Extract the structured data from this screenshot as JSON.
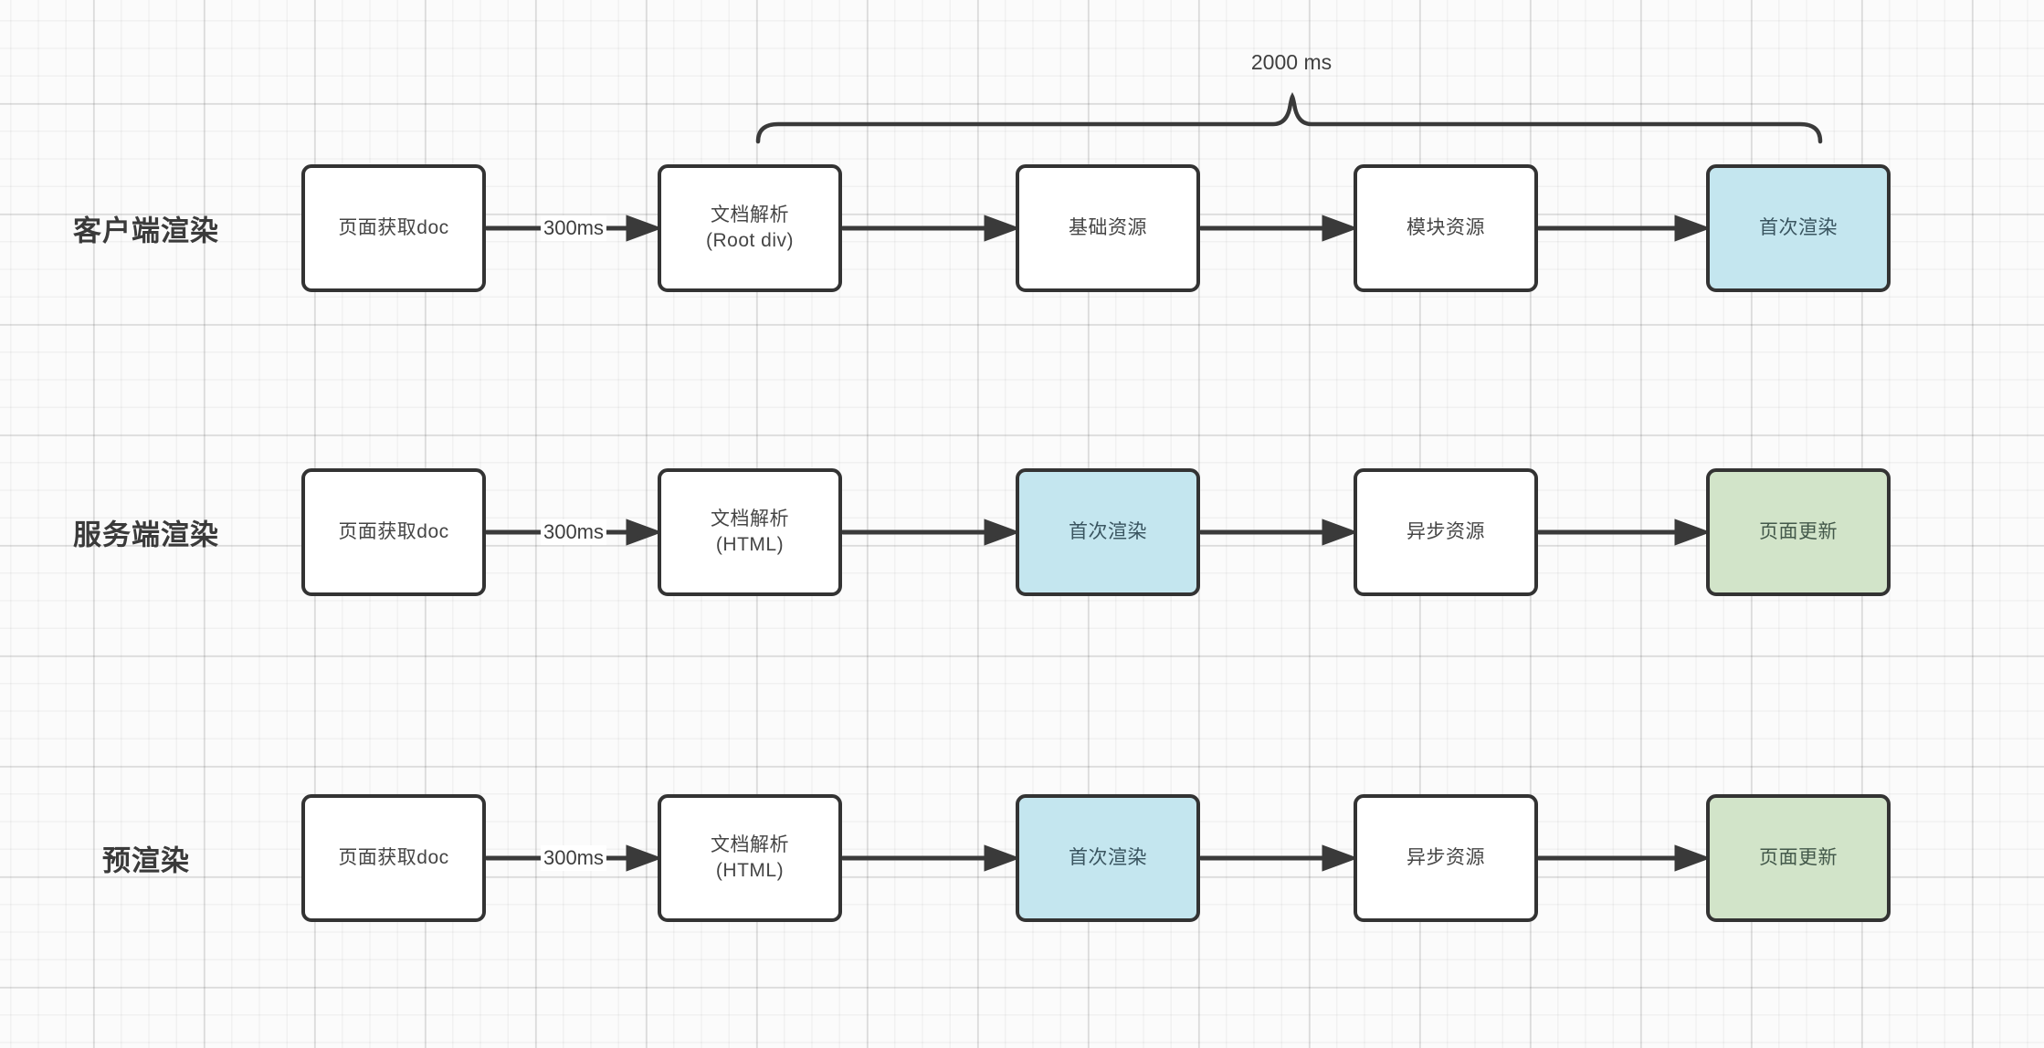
{
  "annotation": {
    "duration_label": "2000 ms"
  },
  "rows": [
    {
      "label": "客户端渲染",
      "time_label": "300ms",
      "nodes": [
        {
          "lines": [
            "页面获取doc"
          ],
          "variant": "white"
        },
        {
          "lines": [
            "文档解析",
            "(Root div)"
          ],
          "variant": "white"
        },
        {
          "lines": [
            "基础资源"
          ],
          "variant": "white"
        },
        {
          "lines": [
            "模块资源"
          ],
          "variant": "white"
        },
        {
          "lines": [
            "首次渲染"
          ],
          "variant": "blue"
        }
      ]
    },
    {
      "label": "服务端渲染",
      "time_label": "300ms",
      "nodes": [
        {
          "lines": [
            "页面获取doc"
          ],
          "variant": "white"
        },
        {
          "lines": [
            "文档解析",
            "(HTML)"
          ],
          "variant": "white"
        },
        {
          "lines": [
            "首次渲染"
          ],
          "variant": "blue"
        },
        {
          "lines": [
            "异步资源"
          ],
          "variant": "white"
        },
        {
          "lines": [
            "页面更新"
          ],
          "variant": "green"
        }
      ]
    },
    {
      "label": "预渲染",
      "time_label": "300ms",
      "nodes": [
        {
          "lines": [
            "页面获取doc"
          ],
          "variant": "white"
        },
        {
          "lines": [
            "文档解析",
            "(HTML)"
          ],
          "variant": "white"
        },
        {
          "lines": [
            "首次渲染"
          ],
          "variant": "blue"
        },
        {
          "lines": [
            "异步资源"
          ],
          "variant": "white"
        },
        {
          "lines": [
            "页面更新"
          ],
          "variant": "green"
        }
      ]
    }
  ],
  "colors": {
    "node_border": "#333333",
    "arrow": "#3a3a3a",
    "node_fill_white": "#ffffff",
    "node_fill_blue": "#c4e6ef",
    "node_fill_green": "#d2e4c9",
    "node_text": "#454545",
    "node_text_blue": "#3a5560",
    "node_text_green": "#43584a",
    "label_text": "#3a3a3a"
  }
}
